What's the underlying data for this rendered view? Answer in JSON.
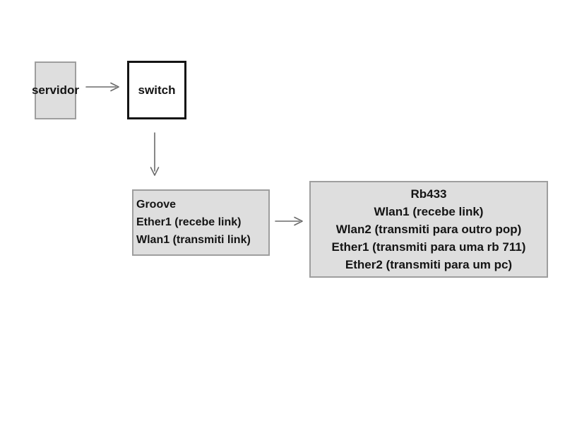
{
  "colors": {
    "canvas_bg": "#ffffff",
    "node_fill": "#dedede",
    "node_border": "#9e9e9e",
    "switch_fill": "#ffffff",
    "switch_border": "#141414",
    "arrow": "#6b6b6b",
    "text": "#141414"
  },
  "nodes": {
    "servidor": {
      "label": "servidor"
    },
    "switch": {
      "label": "switch"
    },
    "groove": {
      "lines": [
        "Groove",
        "Ether1 (recebe link)",
        "Wlan1 (transmiti link)"
      ]
    },
    "rb433": {
      "lines": [
        "Rb433",
        "Wlan1 (recebe link)",
        "Wlan2 (transmiti para outro pop)",
        "Ether1 (transmiti para uma rb 711)",
        "Ether2 (transmiti para um pc)"
      ]
    }
  },
  "connectors": [
    {
      "from": "servidor",
      "to": "switch",
      "direction": "right"
    },
    {
      "from": "switch",
      "to": "groove",
      "direction": "down"
    },
    {
      "from": "groove",
      "to": "rb433",
      "direction": "right"
    }
  ]
}
